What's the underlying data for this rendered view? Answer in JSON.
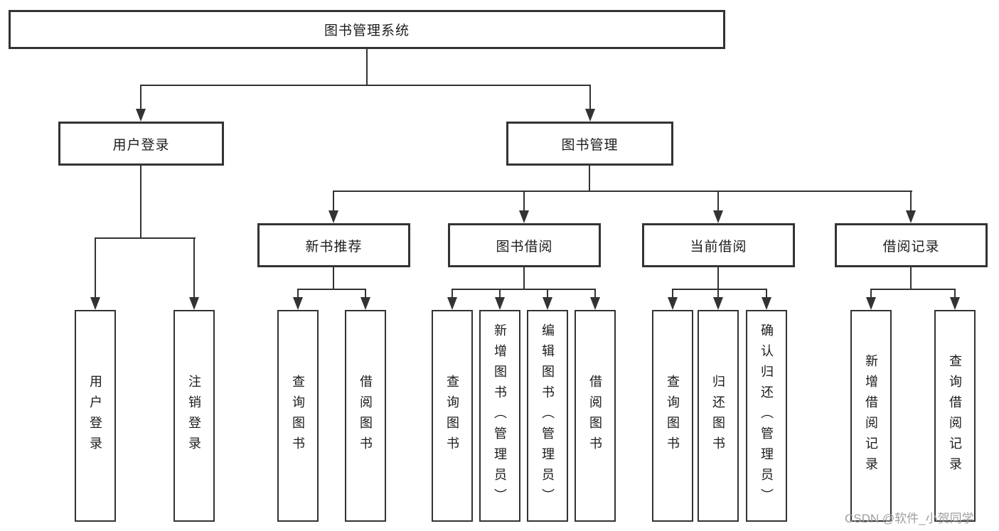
{
  "root": "图书管理系统",
  "level2": {
    "user_login": "用户登录",
    "book_management": "图书管理"
  },
  "user_login_children": [
    "用户登录",
    "注销登录"
  ],
  "groups": [
    {
      "label": "新书推荐",
      "children": [
        "查询图书",
        "借阅图书"
      ]
    },
    {
      "label": "图书借阅",
      "children": [
        "查询图书",
        "新增图书（管理员）",
        "编辑图书（管理员）",
        "借阅图书"
      ]
    },
    {
      "label": "当前借阅",
      "children": [
        "查询图书",
        "归还图书",
        "确认归还（管理员）"
      ]
    },
    {
      "label": "借阅记录",
      "children": [
        "新增借阅记录",
        "查询借阅记录"
      ]
    }
  ],
  "watermark": "CSDN @软件_小贺同学",
  "colors": {
    "line": "#333333",
    "text": "#1c1c1c",
    "watermark": "#9e9e9e",
    "background": "#ffffff"
  }
}
